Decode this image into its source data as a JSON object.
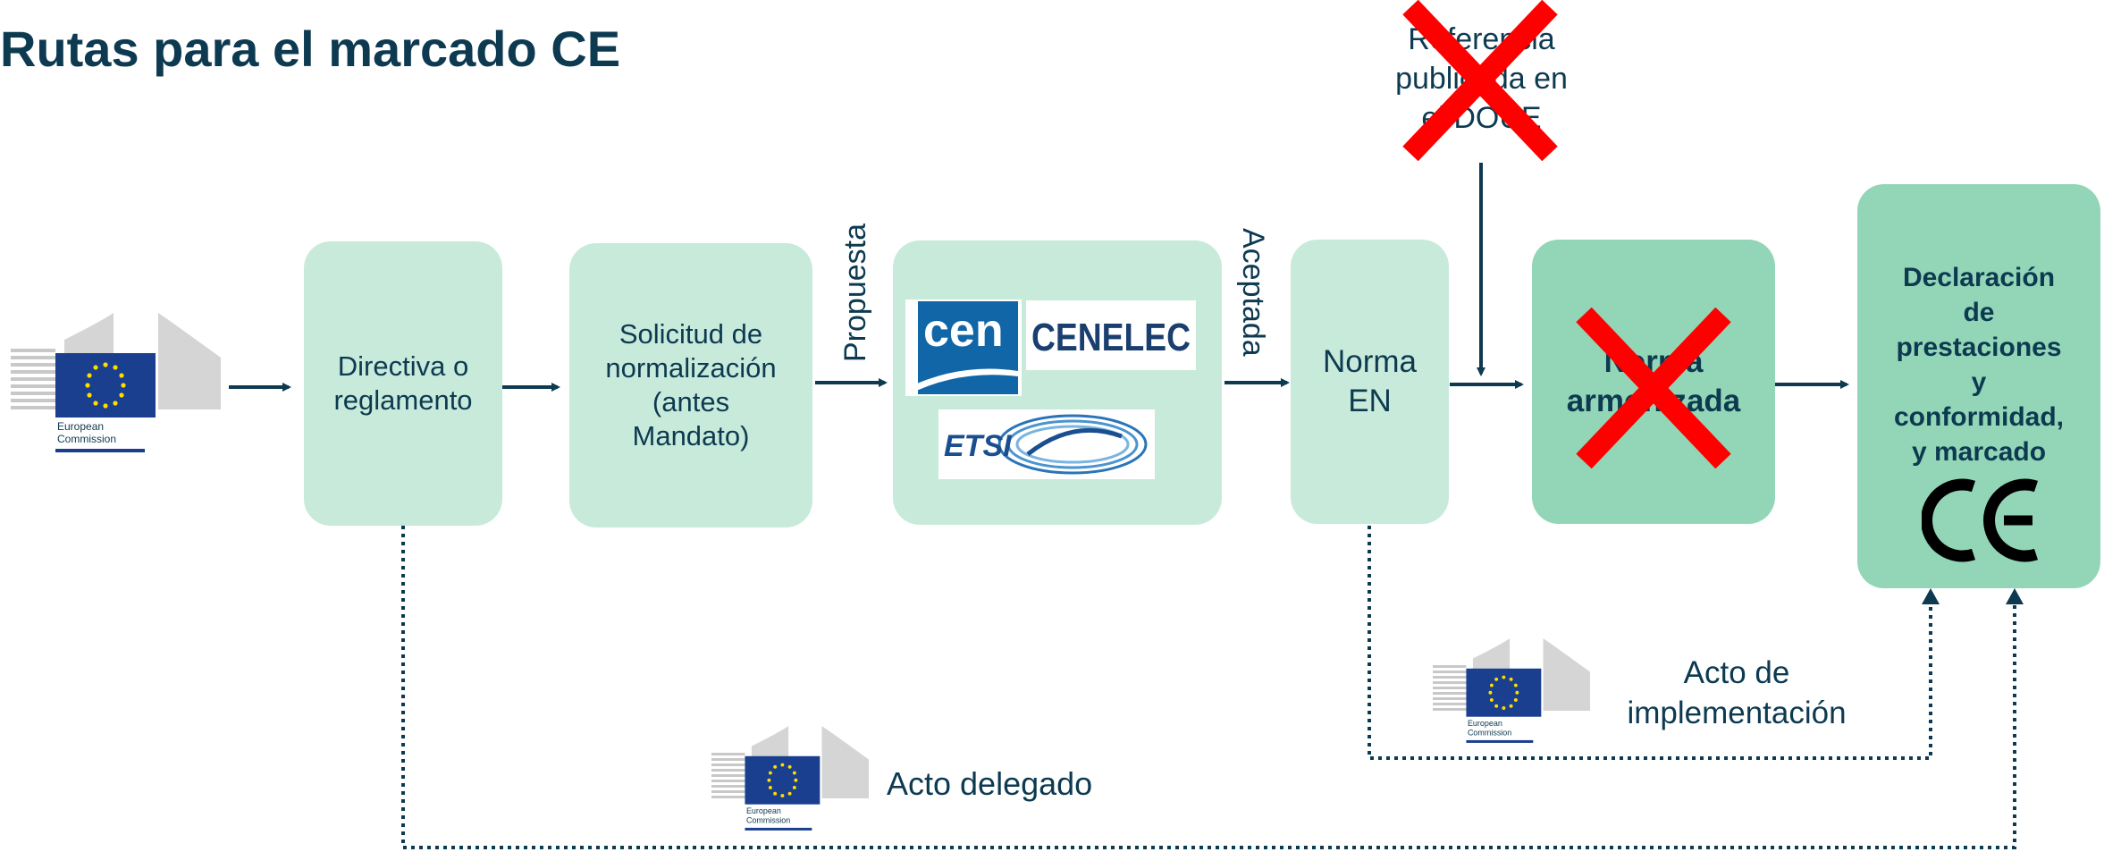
{
  "title": "Rutas para el marcado CE",
  "boxes": {
    "directiva": "Directiva o\nreglamento",
    "solicitud": "Solicitud de\nnormalización\n(antes\nMandato)",
    "norma_en": "Norma\nEN",
    "norma_armonizada": "Norma\narmonizada",
    "declaracion": "Declaración\nde\nprestaciones\ny\nconformidad,\ny marcado"
  },
  "arrow_labels": {
    "propuesta": "Propuesta",
    "aceptada": "Aceptada"
  },
  "referencia": "Referencia\npublicada en\nel DOUE",
  "acto_implementacion": "Acto de\nimplementación",
  "acto_delegado": "Acto delegado",
  "ce_mark": "CE",
  "standards_orgs": {
    "cen": "cen",
    "cenelec": "CENELEC",
    "etsi": "ETSI"
  },
  "commission_logo": {
    "line1": "European",
    "line2": "Commission"
  },
  "colors": {
    "navy": "#0d3a50",
    "light_box": "#c8eadb",
    "dark_box": "#92d6b7",
    "cross": "#ff0000",
    "eu_blue": "#1a3f8f",
    "eu_star": "#ffdd00"
  }
}
